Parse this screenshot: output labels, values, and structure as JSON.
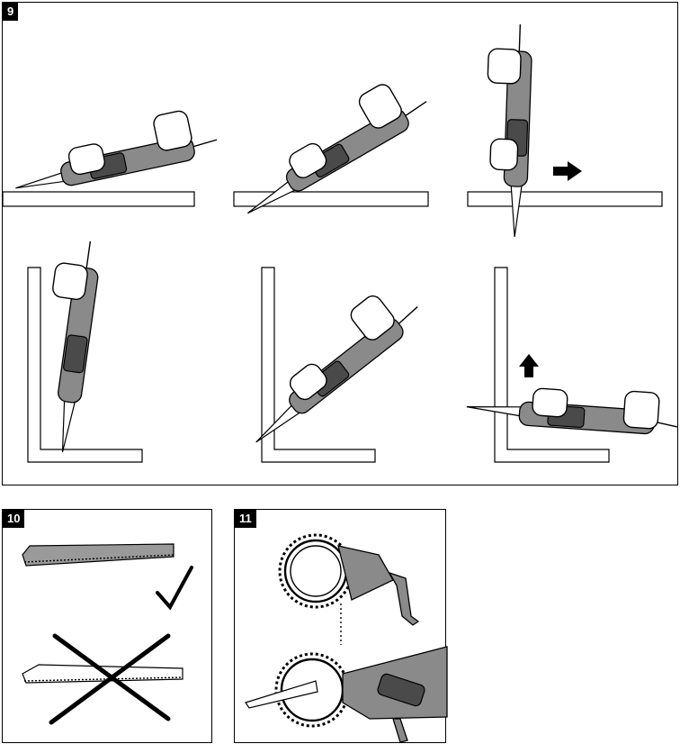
{
  "panels": {
    "p9": {
      "label": "9"
    },
    "p10": {
      "label": "10"
    },
    "p11": {
      "label": "11"
    }
  },
  "icons": {
    "arrow_right": "arrow-right-icon",
    "arrow_up": "arrow-up-icon",
    "check": "check-mark-icon",
    "cross": "cross-mark-icon"
  },
  "colors": {
    "ink": "#000000",
    "tool_body": "#8a8a8a",
    "tool_dark": "#4a4a4a",
    "paper": "#ffffff"
  }
}
